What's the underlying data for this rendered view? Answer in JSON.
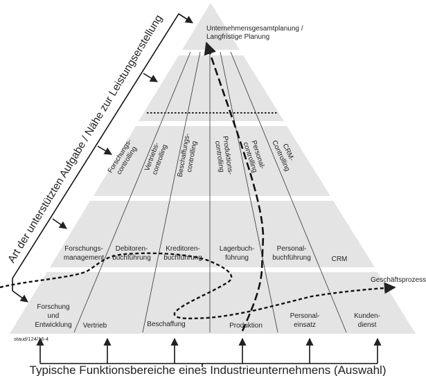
{
  "title_axis": "Art der unterstützten Aufgabe / Nähe zur Leistungserstellung",
  "caption": "Typische Funktionsbereiche eines Industrieunternehmens (Auswahl)",
  "source_ref": "staud/124/16-4",
  "process_label": "Geschäftsprozess",
  "top": {
    "line1": "Unternehmensgesamtplanung /",
    "line2": "Langfristige Planung"
  },
  "controlling": [
    {
      "l1": "Forschungs-",
      "l2": "controlling"
    },
    {
      "l1": "Vertriebs-",
      "l2": "controlling"
    },
    {
      "l1": "Beschaffungs-",
      "l2": "controlling"
    },
    {
      "l1": "Produktions-",
      "l2": "controlling"
    },
    {
      "l1": "Personal-",
      "l2": "controlling"
    },
    {
      "l1": "CRM-",
      "l2": "Controlling"
    }
  ],
  "operational": [
    {
      "l1": "Forschungs-",
      "l2": "management"
    },
    {
      "l1": "Debitoren-",
      "l2": "buchführung"
    },
    {
      "l1": "Kreditoren-",
      "l2": "buchführung"
    },
    {
      "l1": "Lagerbuch-",
      "l2": "führung"
    },
    {
      "l1": "Personal-",
      "l2": "buchführung"
    },
    {
      "l1": "CRM"
    }
  ],
  "functions": [
    {
      "l1": "Forschung",
      "l2": "und",
      "l3": "Entwicklung"
    },
    {
      "l1": "Vertrieb"
    },
    {
      "l1": "Beschaffung"
    },
    {
      "l1": "Produktion"
    },
    {
      "l1": "Personal-",
      "l2": "einsatz"
    },
    {
      "l1": "Kunden-",
      "l2": "dienst"
    }
  ],
  "colors": {
    "band": "#e4e4e4",
    "line": "#222222"
  }
}
